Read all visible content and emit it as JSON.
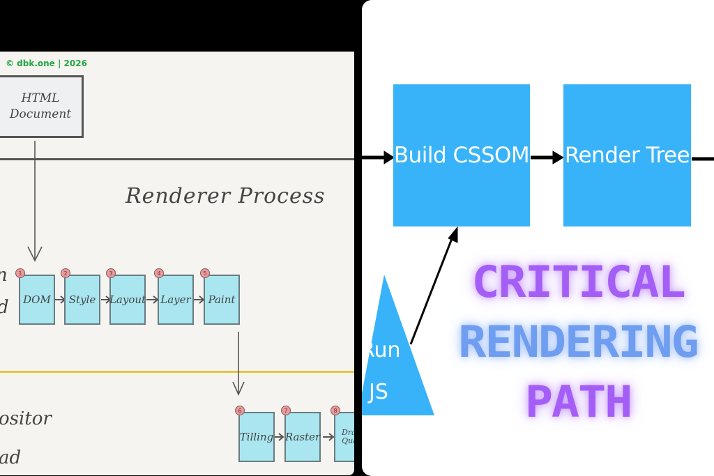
{
  "watermark": "© dbk.one | 2026",
  "left_diagram": {
    "html_document": [
      "HTML",
      "Document"
    ],
    "renderer_title": "Renderer Process",
    "main_thread_label_fragments": [
      "n",
      "d"
    ],
    "compositor_label_fragments": [
      "ositor",
      "ad"
    ],
    "main_steps": [
      {
        "num": "1",
        "label": "DOM"
      },
      {
        "num": "2",
        "label": "Style"
      },
      {
        "num": "3",
        "label": "Layout"
      },
      {
        "num": "4",
        "label": "Layer"
      },
      {
        "num": "5",
        "label": "Paint"
      }
    ],
    "compositor_steps": [
      {
        "num": "6",
        "label": "Tilling"
      },
      {
        "num": "7",
        "label": "Raster"
      },
      {
        "num": "8",
        "label": "Draw Quad"
      }
    ],
    "colors": {
      "paper": "#f5f4f0",
      "step_fill": "#a9e6f0",
      "badge": "#e89a9c",
      "divider_yellow": "#e8c440"
    }
  },
  "right_diagram": {
    "build_cssom": "Build CSSOM",
    "render_tree": "Render Tree",
    "run_js": [
      "Run",
      "JS"
    ],
    "title_lines": [
      "CRITICAL",
      "RENDERING",
      "PATH"
    ],
    "colors": {
      "box_blue": "#38b3f9",
      "title_purple": "#a45ef5",
      "title_blue": "#6f9ef0"
    }
  }
}
